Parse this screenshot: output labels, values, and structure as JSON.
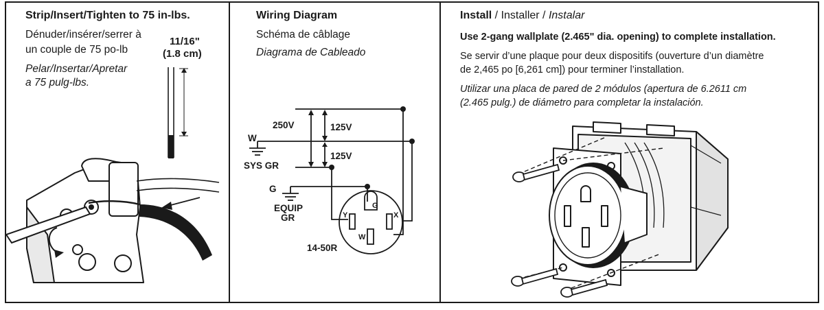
{
  "strip_panel": {
    "title": "Strip/Insert/Tighten to 75 in-lbs.",
    "fr_line1": "Dénuder/insérer/serrer à",
    "fr_line2": "un couple de 75 po-lb",
    "es_line1": "Pelar/Insertar/Apretar",
    "es_line2": "a 75 pulg-lbs.",
    "measure_in": "11/16\"",
    "measure_cm": "(1.8 cm)"
  },
  "wiring_panel": {
    "title": "Wiring Diagram",
    "fr_title": "Schéma de câblage",
    "es_title": "Diagrama de Cableado",
    "label_250v": "250V",
    "label_125v_top": "125V",
    "label_125v_bottom": "125V",
    "label_w": "W",
    "label_sys_gr": "SYS GR",
    "label_g": "G",
    "label_equip": "EQUIP",
    "label_gr": "GR",
    "slot_g": "G",
    "slot_y": "Y",
    "slot_x": "X",
    "slot_w": "W",
    "model": "14-50R"
  },
  "install_panel": {
    "title_bold": "Install",
    "title_sep": " / ",
    "title_fr": "Installer",
    "title_es": "Instalar",
    "bold_line": "Use 2-gang wallplate (2.465\" dia. opening) to complete installation.",
    "fr_line1": "Se servir d’une plaque pour deux dispositifs (ouverture d’un diamètre",
    "fr_line2": "de 2,465 po [6,261 cm]) pour terminer l’installation.",
    "es_line1": "Utilizar una placa de pared de 2 módulos (apertura de 6.2611 cm",
    "es_line2": "(2.465 pulg.) de diámetro para completar la instalación."
  }
}
